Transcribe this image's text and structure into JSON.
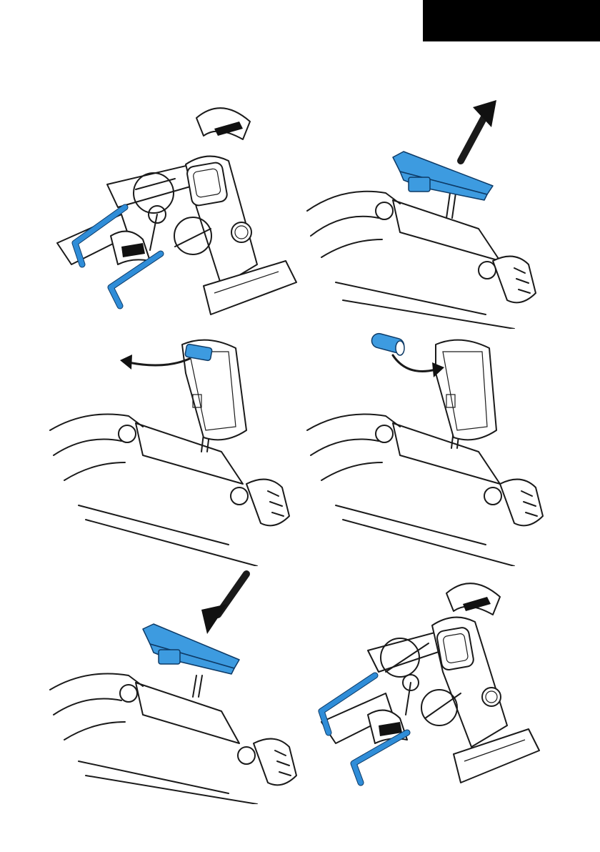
{
  "page": {
    "section_tab_color": "#000000",
    "accent_color": "#3d9be0"
  },
  "steps": [
    {
      "id": 1,
      "action": "loosen-screws-with-allen-keys"
    },
    {
      "id": 2,
      "action": "lift-display-off"
    },
    {
      "id": 3,
      "action": "remove-old-battery"
    },
    {
      "id": 4,
      "action": "insert-new-battery"
    },
    {
      "id": 5,
      "action": "place-display-back"
    },
    {
      "id": 6,
      "action": "tighten-screws-with-allen-keys"
    }
  ]
}
